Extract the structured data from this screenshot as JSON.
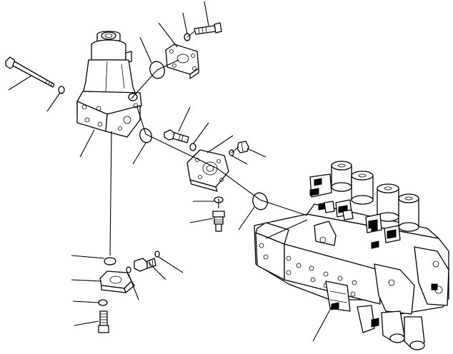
{
  "diagram": {
    "kind": "exploded-parts-view",
    "line_color": "#000000",
    "background": "#ffffff",
    "components": [
      {
        "name": "valve-housing",
        "icon": "housing-icon"
      },
      {
        "name": "long-bolt",
        "icon": "bolt-icon"
      },
      {
        "name": "flange",
        "icon": "flange-icon"
      },
      {
        "name": "bolt",
        "icon": "bolt-icon"
      },
      {
        "name": "washer",
        "icon": "washer-icon"
      },
      {
        "name": "o-ring",
        "icon": "o-ring-icon"
      },
      {
        "name": "plug",
        "icon": "plug-icon"
      },
      {
        "name": "pressure-sensor",
        "icon": "sensor-icon"
      },
      {
        "name": "control-valve-block",
        "icon": "valve-block-icon"
      },
      {
        "name": "solenoid",
        "icon": "solenoid-icon"
      }
    ],
    "callout_count": 20
  }
}
